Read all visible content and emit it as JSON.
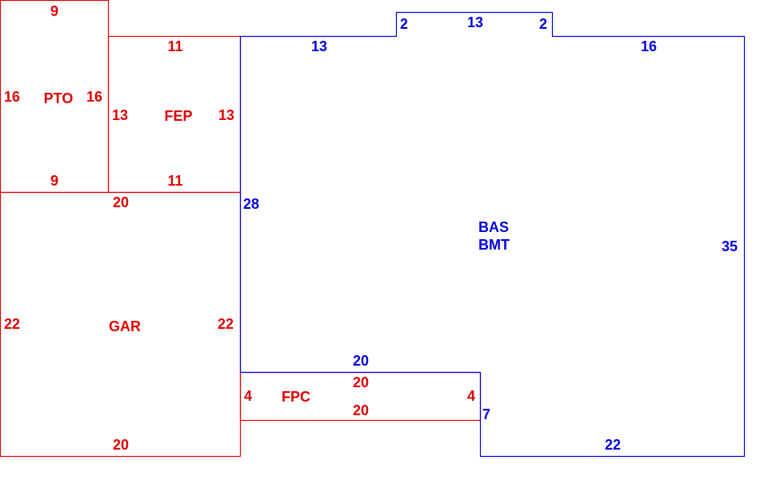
{
  "colors": {
    "attached": "#e00000",
    "main": "#0000e0"
  },
  "areas": {
    "pto": {
      "code": "PTO",
      "top": "9",
      "bottom": "9",
      "left": "16",
      "right": "16"
    },
    "fep": {
      "code": "FEP",
      "top": "11",
      "bottom": "11",
      "left": "13",
      "right": "13"
    },
    "gar": {
      "code": "GAR",
      "top": "20",
      "bottom": "20",
      "left": "22",
      "right": "22"
    },
    "fpc": {
      "code": "FPC",
      "top": "20",
      "bottom": "20",
      "left": "4",
      "right": "4"
    },
    "bas": {
      "code": "BAS",
      "code2": "BMT",
      "seg_top_left": "13",
      "notch_left": "2",
      "notch_top": "13",
      "notch_right": "2",
      "seg_top_right": "16",
      "right": "35",
      "bottom": "22",
      "inner_right": "7",
      "inner_bottom": "20",
      "left": "28"
    }
  }
}
